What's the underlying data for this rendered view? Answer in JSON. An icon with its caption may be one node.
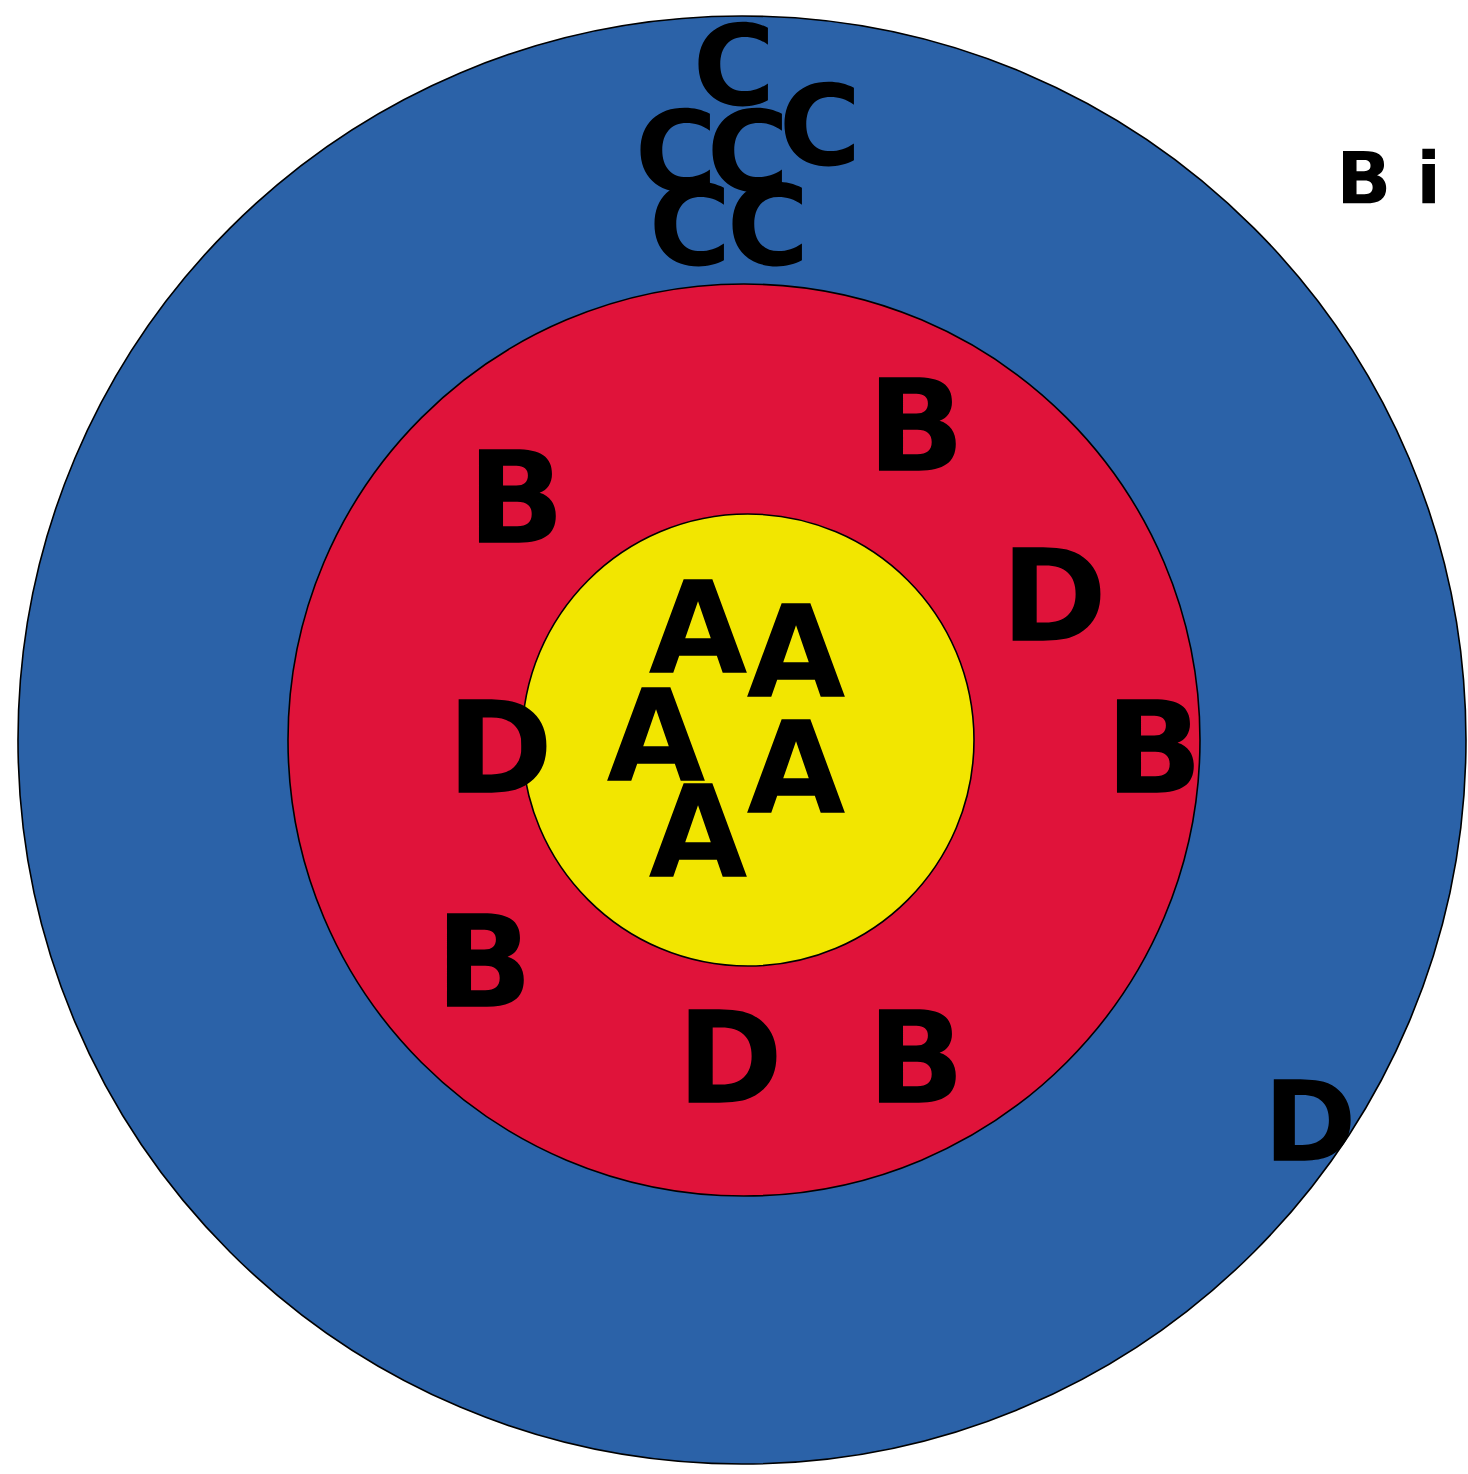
{
  "diagram": {
    "nodes": [
      {
        "text": [
          "C",
          "C",
          "C",
          "C",
          "C",
          "C",
          "D"
        ]
      },
      {
        "text": [
          "B",
          "B",
          "D",
          "D",
          "B",
          "B",
          "D",
          "B"
        ],
        "in": 0
      },
      {
        "text": [
          "A",
          "A",
          "A",
          "A",
          "A"
        ],
        "in": 1
      }
    ],
    "labels": [
      "B i"
    ]
  }
}
